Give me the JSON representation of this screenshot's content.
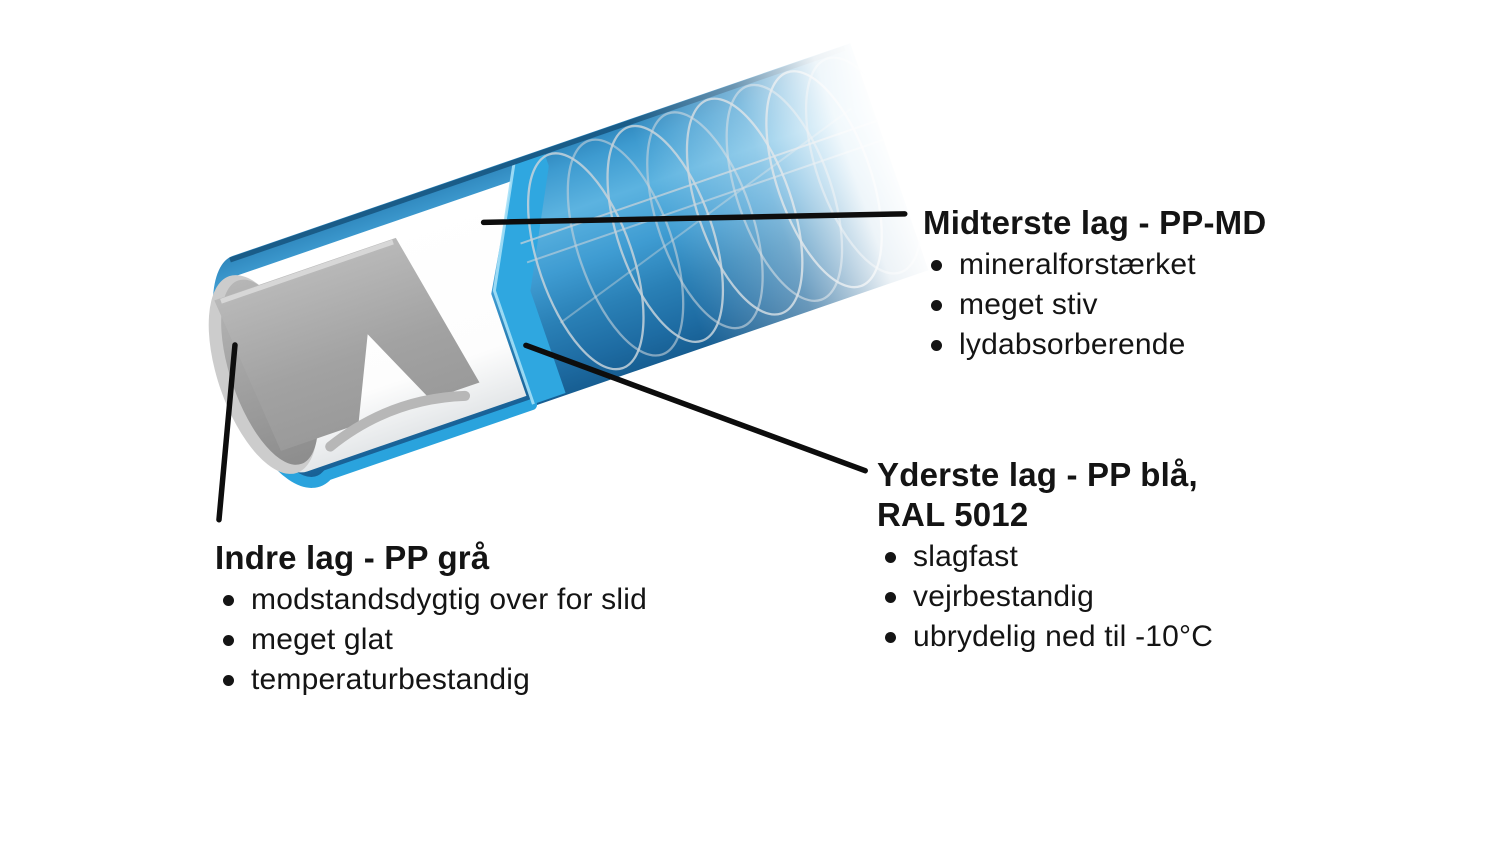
{
  "figure": {
    "type": "cutaway-pipe-illustration",
    "colors": {
      "outer_blue_mid": "#3f9cd2",
      "outer_blue_bright_cut": "#2fa7e0",
      "outer_blue_dark_edge": "#175e92",
      "bottom_rim_cyan": "#2aa3dd",
      "middle_layer_white": "#ffffff",
      "inner_layer_gray": "#a9a9a9",
      "mesh_line": "#c6d2da",
      "leader_line": "#0d0d0d"
    }
  },
  "labels": {
    "midterste": {
      "title": "Midterste lag - PP-MD",
      "bullets": [
        "mineralforstærket",
        "meget stiv",
        "lydabsorberende"
      ]
    },
    "yderste": {
      "title_line1": "Yderste lag - PP blå,",
      "title_line2": "RAL 5012",
      "bullets": [
        "slagfast",
        "vejrbestandig",
        "ubrydelig ned til -10°C"
      ]
    },
    "indre": {
      "title": "Indre lag - PP grå",
      "bullets": [
        "modstandsdygtig over for slid",
        "meget glat",
        "temperaturbestandig"
      ]
    }
  }
}
